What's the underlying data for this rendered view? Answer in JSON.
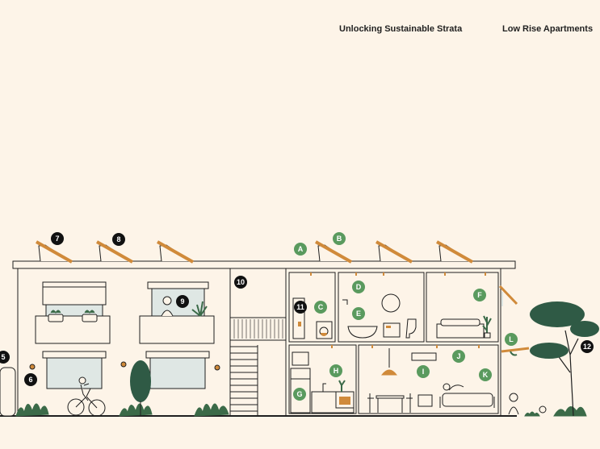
{
  "nav": {
    "items": [
      {
        "label": "Unlocking Sustainable Strata"
      },
      {
        "label": "Low Rise Apartments"
      }
    ]
  },
  "colors": {
    "background": "#fdf4e8",
    "line": "#1f1f1f",
    "marker_black": "#111111",
    "marker_green": "#5a9a5e",
    "panel_orange": "#d08a3a",
    "window_glass": "#dfe7e4",
    "tree_green": "#2f5a45",
    "shrub_green": "#3b6a48"
  },
  "markers": {
    "numbered": [
      "5",
      "6",
      "7",
      "8",
      "9",
      "10",
      "11",
      "12"
    ],
    "lettered": [
      "A",
      "B",
      "C",
      "D",
      "E",
      "F",
      "G",
      "H",
      "I",
      "J",
      "K",
      "L"
    ]
  }
}
